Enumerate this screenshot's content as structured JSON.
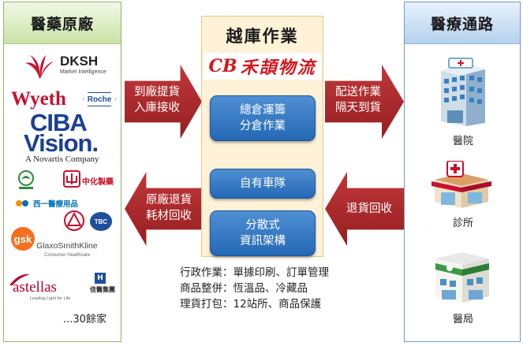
{
  "left": {
    "title": "醫藥原廠",
    "logos": {
      "dksh": "DKSH",
      "dksh_sub": "Market Intelligence",
      "wyeth": "Wyeth",
      "roche": "Roche",
      "ciba_1": "CIBA",
      "ciba_2": "Vision.",
      "novartis": "A Novartis Company",
      "zhonghua": "中化製藥",
      "xiyi": "西一醫療用品",
      "tbc": "TBC",
      "gsk": "gsk",
      "gsk_name": "GlaxoSmithKline",
      "gsk_sub": "Consumer Healthcare",
      "astellas": "astellas",
      "astellas_sub": "Leading Light for Life",
      "jiading": "佳醫集團"
    },
    "more": "...30餘家"
  },
  "center": {
    "title": "越庫作業",
    "brand": "禾頡物流",
    "brand_mark": "CB",
    "btn1": [
      "總倉運籌",
      "分倉作業"
    ],
    "btn2": "自有車隊",
    "btn3": [
      "分散式",
      "資訊架構"
    ]
  },
  "arrows": {
    "in_top": [
      "到廠提貨",
      "入庫接收"
    ],
    "out_top": [
      "配送作業",
      "隔天到貨"
    ],
    "in_bottom": [
      "原廠退貨",
      "耗材回收"
    ],
    "out_bottom": "退貨回收"
  },
  "notes": [
    "行政作業：單據印刷、訂單管理",
    "商品整併：恆溫品、冷藏品",
    "理貨打包：12站所、商品保護"
  ],
  "right": {
    "title": "醫療通路",
    "hospital": "醫院",
    "clinic": "診所",
    "pharmacy": "醫局"
  },
  "colors": {
    "left_header": "#c9e3a6",
    "right_header": "#b5d1ee",
    "center_panel": "#fff2d6",
    "button_blue": "#2468b5",
    "arrow_red": "#a8282a",
    "brand_red": "#d5171e"
  }
}
